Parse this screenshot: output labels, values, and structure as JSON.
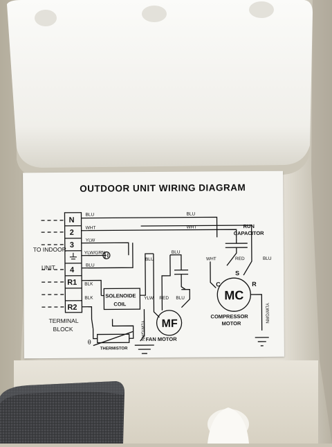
{
  "diagram": {
    "title": "OUTDOOR UNIT  WIRING DIAGRAM",
    "terminals": [
      "N",
      "2",
      "3",
      "",
      "4",
      "R1",
      "R2"
    ],
    "side_labels": {
      "to_indoor": "TO INDOOR",
      "unit": "UNIT",
      "terminal_block": "TERMINAL",
      "block": "BLOCK"
    },
    "wire_labels": {
      "blu_n": "BLU",
      "wht_2": "WHT",
      "ylw_3": "YLW",
      "ylwgrn_gnd": "YLW/GRN",
      "blu_4": "BLU",
      "blk_r1": "BLK",
      "blk_r2": "BLK",
      "blu_top": "BLU",
      "wht_mid": "WHT",
      "blu_ground": "BLU",
      "ylw_fan": "YLW",
      "blu_fan": "BLU",
      "red_fan": "RED",
      "blu_fan2": "BLU",
      "ylwgrn_fan": "YLW/GRN",
      "wht_comp": "WHT",
      "red_comp": "RED",
      "blu_comp": "BLU",
      "ylwgrn_comp": "YLW/GRN"
    },
    "components": {
      "solenoid_line1": "SOLENOIDE",
      "solenoid_line2": "COIL",
      "fan_symbol": "MF",
      "fan_label": "FAN MOTOR",
      "comp_symbol": "MC",
      "comp_label1": "COMPRESSOR",
      "comp_label2": "MOTOR",
      "run_cap1": "RUN",
      "run_cap2": "CAPACITOR",
      "thermistor": "THERMISTOR",
      "theta": "θ",
      "pin_c": "C",
      "pin_s": "S",
      "pin_r": "R"
    }
  }
}
